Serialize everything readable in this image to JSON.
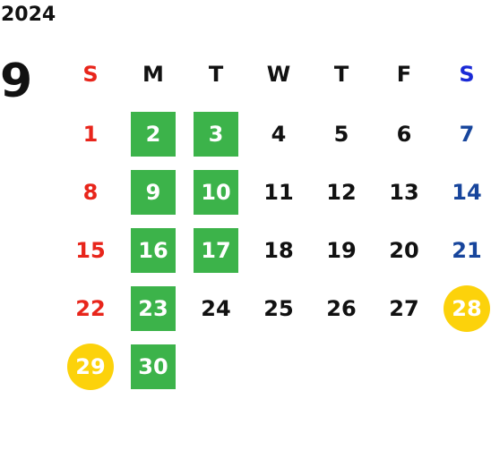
{
  "calendar": {
    "year": "2024",
    "month": "9",
    "weekdays": [
      "S",
      "M",
      "T",
      "W",
      "T",
      "F",
      "S"
    ],
    "colors": {
      "sunday": "#e8251b",
      "saturday": "#17459c",
      "saturday_header": "#1a2ad6",
      "green_box": "#3cb34a",
      "yellow_circle": "#fcd20b"
    },
    "weeks": [
      [
        {
          "day": "1",
          "style": "sunday"
        },
        {
          "day": "2",
          "style": "green"
        },
        {
          "day": "3",
          "style": "green"
        },
        {
          "day": "4",
          "style": "plain"
        },
        {
          "day": "5",
          "style": "plain"
        },
        {
          "day": "6",
          "style": "plain"
        },
        {
          "day": "7",
          "style": "saturday"
        }
      ],
      [
        {
          "day": "8",
          "style": "sunday"
        },
        {
          "day": "9",
          "style": "green"
        },
        {
          "day": "10",
          "style": "green"
        },
        {
          "day": "11",
          "style": "plain"
        },
        {
          "day": "12",
          "style": "plain"
        },
        {
          "day": "13",
          "style": "plain"
        },
        {
          "day": "14",
          "style": "saturday"
        }
      ],
      [
        {
          "day": "15",
          "style": "sunday"
        },
        {
          "day": "16",
          "style": "green"
        },
        {
          "day": "17",
          "style": "green"
        },
        {
          "day": "18",
          "style": "plain"
        },
        {
          "day": "19",
          "style": "plain"
        },
        {
          "day": "20",
          "style": "plain"
        },
        {
          "day": "21",
          "style": "saturday"
        }
      ],
      [
        {
          "day": "22",
          "style": "sunday"
        },
        {
          "day": "23",
          "style": "green"
        },
        {
          "day": "24",
          "style": "plain"
        },
        {
          "day": "25",
          "style": "plain"
        },
        {
          "day": "26",
          "style": "plain"
        },
        {
          "day": "27",
          "style": "plain"
        },
        {
          "day": "28",
          "style": "yellow"
        }
      ],
      [
        {
          "day": "29",
          "style": "yellow"
        },
        {
          "day": "30",
          "style": "green"
        }
      ]
    ]
  }
}
